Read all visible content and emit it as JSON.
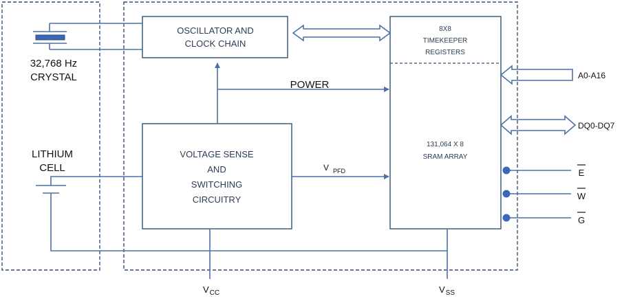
{
  "crystal": {
    "freq": "32,768 Hz",
    "name": "CRYSTAL"
  },
  "lithium": {
    "line1": "LITHIUM",
    "line2": "CELL"
  },
  "oscillator": {
    "line1": "OSCILLATOR AND",
    "line2": "CLOCK CHAIN"
  },
  "voltage": {
    "line1": "VOLTAGE SENSE",
    "line2": "AND",
    "line3": "SWITCHING",
    "line4": "CIRCUITRY"
  },
  "timekeeper": {
    "line1": "8X8",
    "line2": "TIMEKEEPER",
    "line3": "REGISTERS"
  },
  "sram": {
    "line1": "131,064 X 8",
    "line2": "SRAM ARRAY"
  },
  "signals": {
    "power": "POWER",
    "vpfd_v": "V",
    "vpfd_sub": "PFD",
    "vcc_v": "V",
    "vcc_sub": "CC",
    "vss_v": "V",
    "vss_sub": "SS"
  },
  "pins": {
    "address": "A0-A16",
    "data": "DQ0-DQ7",
    "e": "E",
    "w": "W",
    "g": "G"
  },
  "colors": {
    "line": "#4a72a5",
    "box": "#2f4f75",
    "dot": "#3a67b8",
    "crystal": "#3a67b8"
  }
}
